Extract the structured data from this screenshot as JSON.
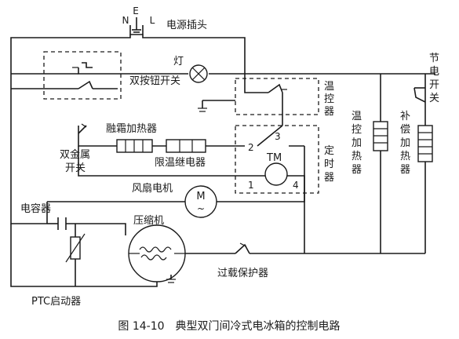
{
  "plug": {
    "e": "E",
    "n": "N",
    "l": "L",
    "label": "电源插头"
  },
  "lamp": {
    "label": "灯"
  },
  "dual_button_switch": {
    "label": "双按钮开关"
  },
  "thermostat": {
    "label": "温控器"
  },
  "energy_saving_switch": {
    "label": "节电开关"
  },
  "thermo_heater": {
    "label": "温控加热器"
  },
  "compensation_heater": {
    "label": "补偿加热器"
  },
  "defrost_heater": {
    "label": "融霜加热器"
  },
  "temp_limit_relay": {
    "label": "限温继电器"
  },
  "bimetal_switch": {
    "label_line1": "双金属",
    "label_line2": "开关"
  },
  "timer": {
    "label": "定时器",
    "motor": "TM",
    "terminals": [
      "1",
      "2",
      "3",
      "4"
    ]
  },
  "fan_motor": {
    "label": "风扇电机",
    "symbol": "M",
    "tilde": "~"
  },
  "capacitor": {
    "label": "电容器"
  },
  "compressor": {
    "label": "压缩机"
  },
  "overload_protector": {
    "label": "过载保护器"
  },
  "ptc_starter": {
    "label": "PTC启动器"
  },
  "caption": {
    "text": "图 14-10　典型双门间冷式电冰箱的控制电路"
  }
}
